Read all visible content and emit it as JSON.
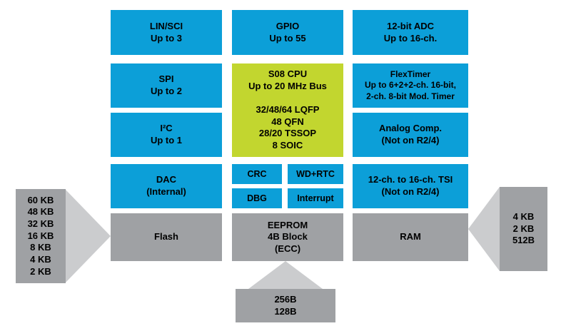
{
  "colors": {
    "blue": "#0C9FD8",
    "green": "#C2D62F",
    "gray": "#9FA1A4",
    "lgray": "#CBCCCE"
  },
  "blocks": {
    "lin_sci": "LIN/SCI\nUp to 3",
    "spi": "SPI\nUp to 2",
    "i2c": "I²C\nUp to 1",
    "dac": "DAC\n(Internal)",
    "flash": "Flash",
    "gpio": "GPIO\nUp to 55",
    "cpu": "S08 CPU\nUp to 20 MHz Bus\n\n32/48/64 LQFP\n48 QFN\n28/20 TSSOP\n8 SOIC",
    "crc": "CRC",
    "wd_rtc": "WD+RTC",
    "dbg": "DBG",
    "interrupt": "Interrupt",
    "eeprom": "EEPROM\n4B Block\n(ECC)",
    "adc": "12-bit ADC\nUp to 16-ch.",
    "flextimer": "FlexTimer\nUp to 6+2+2-ch. 16-bit,\n2-ch. 8-bit Mod. Timer",
    "analog_comp": "Analog Comp.\n(Not on R2/4)",
    "tsi": "12-ch. to 16-ch. TSI\n(Not on R2/4)",
    "ram": "RAM"
  },
  "callouts": {
    "flash_sizes": "60 KB\n48 KB\n32 KB\n16 KB\n8 KB\n4 KB\n2 KB",
    "ram_sizes": "4 KB\n2 KB\n512B",
    "eeprom_sizes": "256B\n128B"
  }
}
